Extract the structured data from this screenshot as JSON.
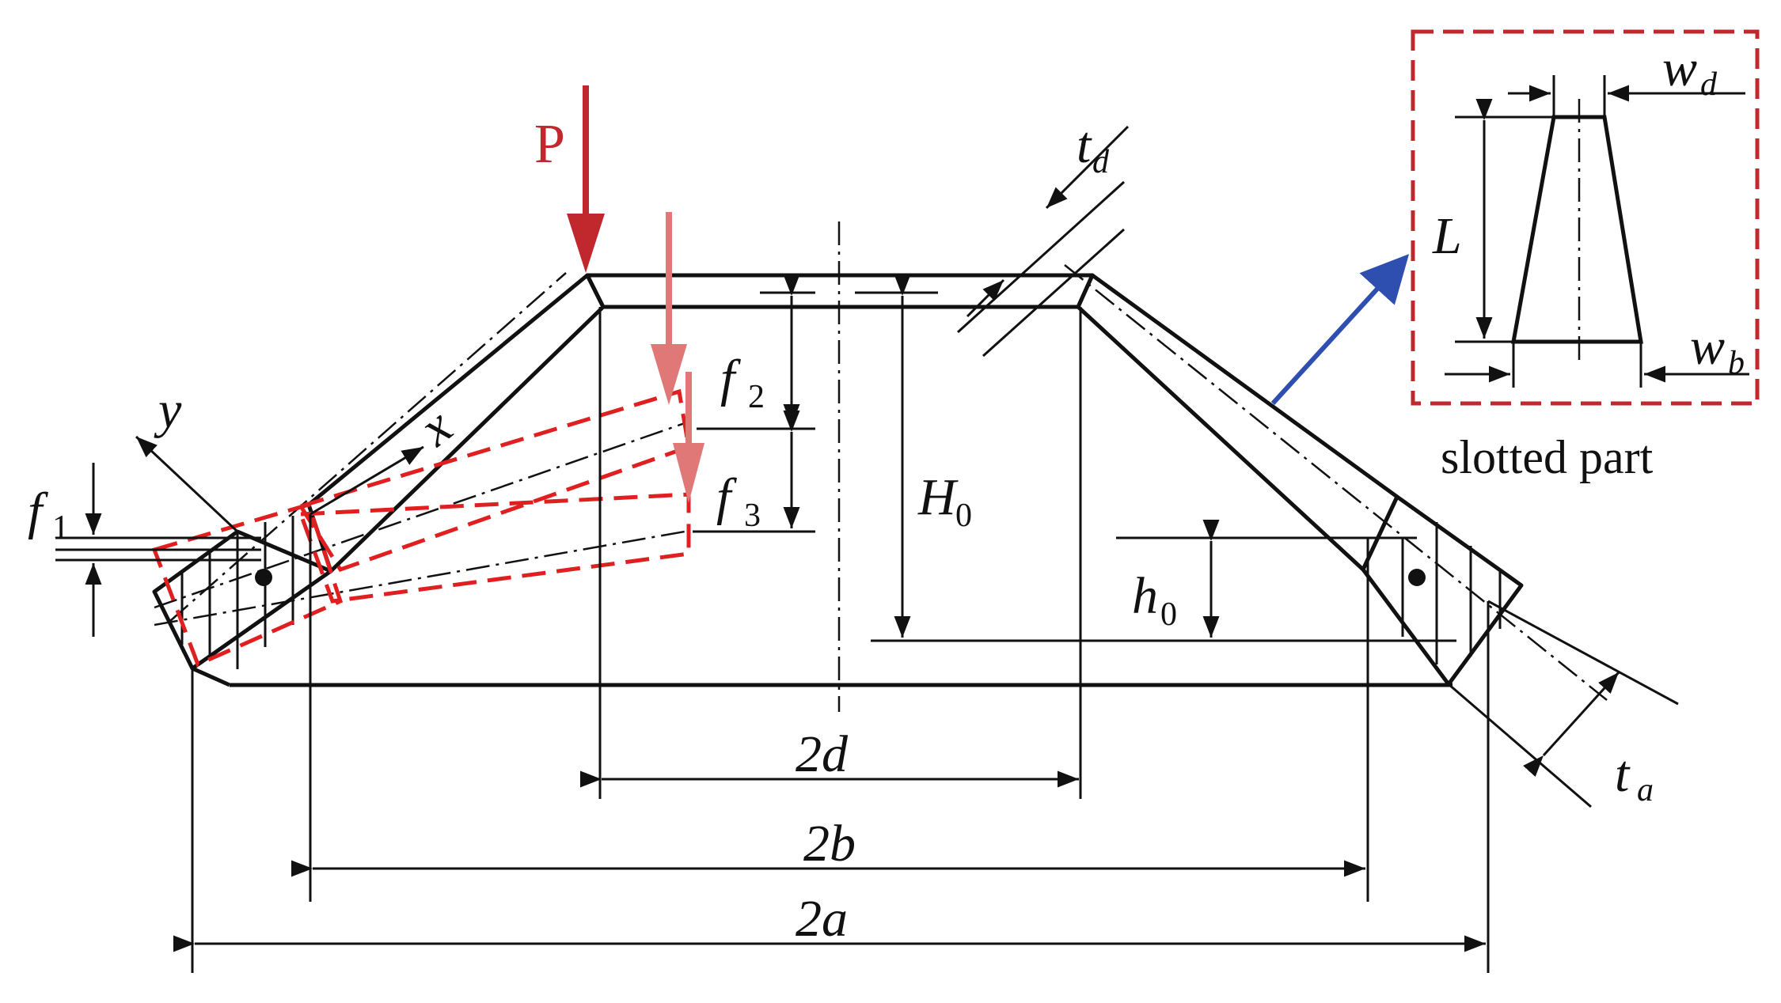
{
  "labels": {
    "P": "P",
    "td_main": "t",
    "td_sub": "d",
    "ta_main": "t",
    "ta_sub": "a",
    "f1_main": "f",
    "f1_sub": "1",
    "f2_main": "f",
    "f2_sub": "2",
    "f3_main": "f",
    "f3_sub": "3",
    "H0_main": "H",
    "H0_sub": "0",
    "h0_main": "h",
    "h0_sub": "0",
    "x": "x",
    "y": "y",
    "d2": "2d",
    "b2": "2b",
    "a2": "2a"
  },
  "inset": {
    "caption": "slotted part",
    "L": "L",
    "wd_main": "w",
    "wd_sub": "d",
    "wb_main": "w",
    "wb_sub": "b"
  },
  "colors": {
    "outline": "#111111",
    "deformed": "#e02020",
    "load": "#c0282d",
    "load_shadow": "#e07878",
    "pointer": "#2f4fb0",
    "inset_border": "#c0282d"
  }
}
